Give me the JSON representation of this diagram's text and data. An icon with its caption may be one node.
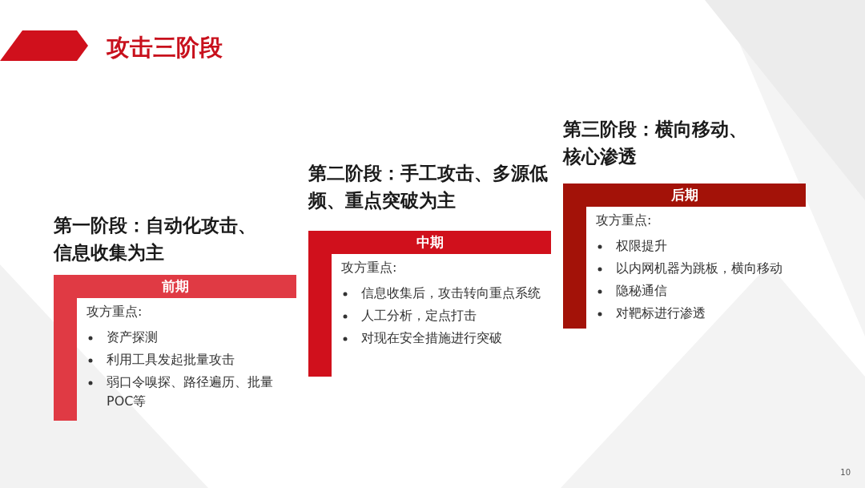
{
  "diagram": {
    "title": "攻击三阶段",
    "nodes": [
      {
        "text": [
          "第一阶段：自动化攻击、信息收集为主",
          "前期",
          "攻方重点:",
          "资产探测",
          "利用工具发起批量攻击",
          "弱口令嗅探、路径遍历、批量 POC等"
        ]
      },
      {
        "text": [
          "第二阶段：手工攻击、多源低频、重点突破为主",
          "中期",
          "攻方重点:",
          "信息收集后，攻击转向重点系统",
          "人工分析，定点打击",
          "对现在安全措施进行突破"
        ]
      },
      {
        "text": [
          "第三阶段：横向移动、核心渗透",
          "后期",
          "攻方重点:",
          "权限提升",
          "以内网机器为跳板，横向移动",
          "隐秘通信",
          "对靶标进行渗透"
        ]
      }
    ],
    "labels": [
      "10"
    ]
  }
}
